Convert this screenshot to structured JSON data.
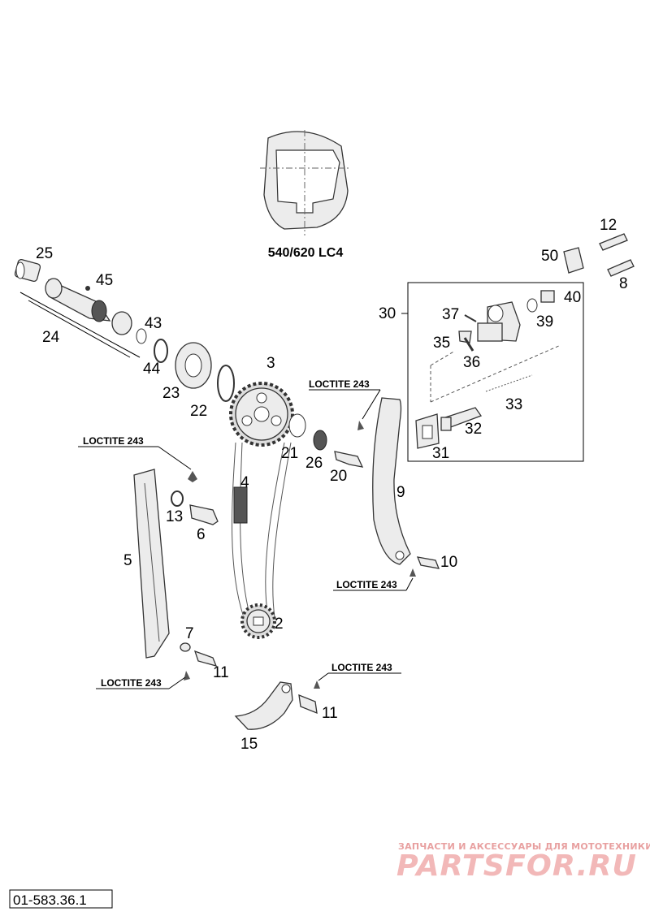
{
  "model_label": "540/620 LC4",
  "callouts": {
    "c2": "2",
    "c3": "3",
    "c4": "4",
    "c5": "5",
    "c6": "6",
    "c7": "7",
    "c8": "8",
    "c9": "9",
    "c10": "10",
    "c11a": "11",
    "c11b": "11",
    "c12": "12",
    "c13": "13",
    "c15": "15",
    "c20": "20",
    "c21": "21",
    "c22": "22",
    "c23": "23",
    "c24": "24",
    "c25": "25",
    "c26": "26",
    "c30": "30",
    "c31": "31",
    "c32": "32",
    "c33": "33",
    "c35": "35",
    "c36": "36",
    "c37": "37",
    "c39": "39",
    "c40": "40",
    "c43": "43",
    "c44": "44",
    "c45": "45",
    "c50": "50"
  },
  "loctite": {
    "l1": "LOCTITE 243",
    "l2": "LOCTITE 243",
    "l3": "LOCTITE 243",
    "l4": "LOCTITE 243",
    "l5": "LOCTITE 243"
  },
  "watermark": {
    "tagline": "ЗАПЧАСТИ И АКСЕССУАРЫ ДЛЯ МОТОТЕХНИКИ",
    "brand": "PARTSFOR.RU"
  },
  "diagram_code": "01-583.36.1",
  "colors": {
    "line": "#333333",
    "watermark": "#f2b8b8"
  }
}
